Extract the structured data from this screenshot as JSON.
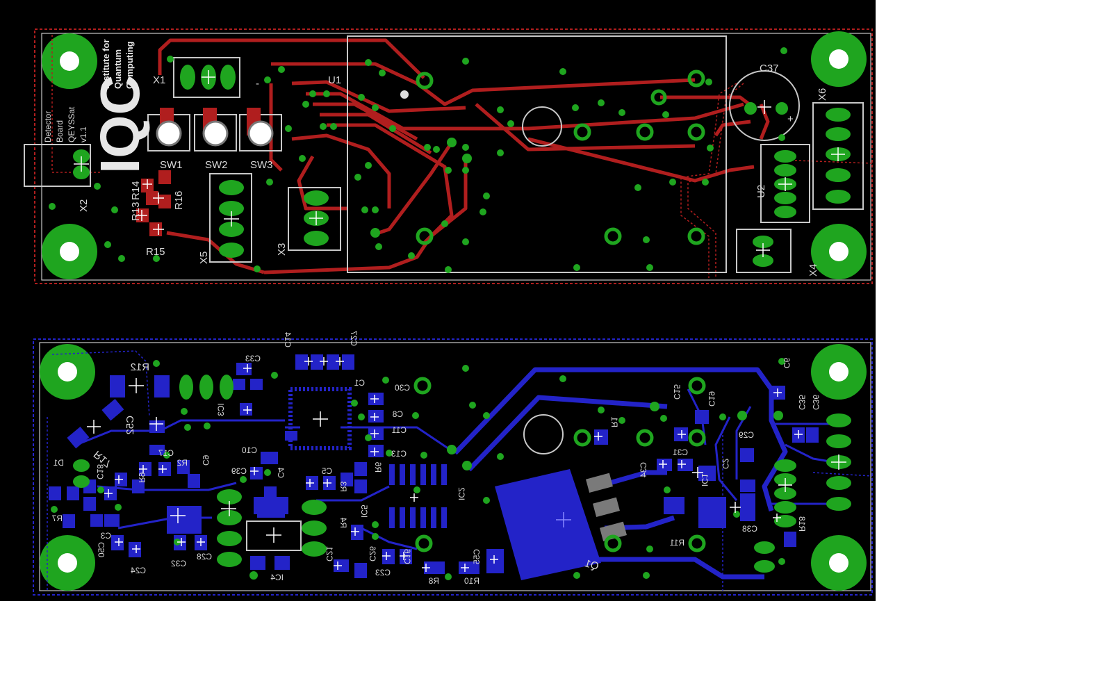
{
  "colors": {
    "background": "#000000",
    "top_copper": "#b01e1e",
    "bottom_copper": "#2323c8",
    "pad": "#1fa51f",
    "silkscreen": "#c8c8c8",
    "white": "#ffffff"
  },
  "top_board": {
    "logo": "IQC",
    "logo_tagline": [
      "Institute for",
      "Quantum",
      "Computing"
    ],
    "board_info": [
      "Detector",
      "Board",
      "QEYSSat",
      "v1.1"
    ],
    "labels": {
      "X1": "X1",
      "X2": "X2",
      "X3": "X3",
      "X4": "X4",
      "X5": "X5",
      "X6": "X6",
      "U1": "U1",
      "U2": "U2",
      "C37": "C37",
      "SW1": "SW1",
      "SW2": "SW2",
      "SW3": "SW3",
      "R13": "R13",
      "R14": "R14",
      "R15": "R15",
      "R16": "R16",
      "minus": "-",
      "plus": "+"
    }
  },
  "bottom_board": {
    "labels": {
      "R12": "R12",
      "R17": "R17",
      "C52": "C52",
      "C17": "C17",
      "R2": "R2",
      "C9": "C9",
      "D1": "D1",
      "C18": "C18",
      "R9": "R9",
      "R7": "R7",
      "C3": "C3",
      "C50": "C50",
      "C24": "C24",
      "C32": "C32",
      "C28": "C28",
      "C33": "C33",
      "C14": "C14",
      "C27": "C27",
      "C1": "C1",
      "C30": "C30",
      "C8": "C8",
      "C11": "C11",
      "C13": "C13",
      "C10": "C10",
      "C39": "C39",
      "C4": "C4",
      "C5": "C5",
      "R3": "R3",
      "R4": "R4",
      "C21": "C21",
      "C26": "C26",
      "C23": "C23",
      "C16": "C16",
      "R8": "R8",
      "R10": "R10",
      "C55": "C55",
      "IC4": "IC4",
      "IC2": "IC2",
      "IC1": "IC1",
      "R1": "R1",
      "C15": "C15",
      "C19": "C19",
      "C34": "C34",
      "C31": "C31",
      "C2": "C2",
      "C29": "C29",
      "C35": "C35",
      "C36": "C36",
      "C6": "C6",
      "R11": "R11",
      "C38": "C38",
      "R18": "R18",
      "Q1": "Q1",
      "IC3": "IC3",
      "R6": "R6",
      "IC5": "IC5"
    }
  }
}
